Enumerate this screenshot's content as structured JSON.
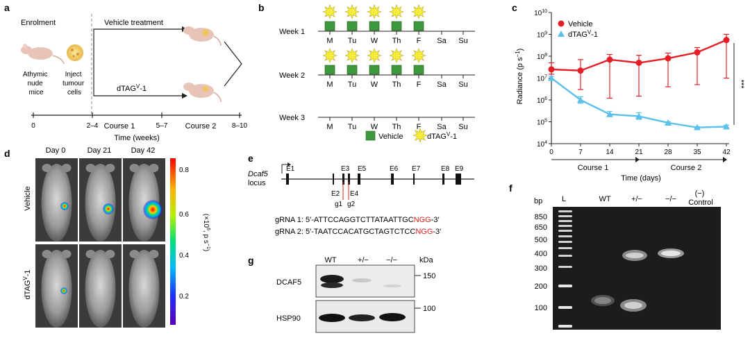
{
  "panels": {
    "a": "a",
    "b": "b",
    "c": "c",
    "d": "d",
    "e": "e",
    "f": "f",
    "g": "g"
  },
  "panel_a": {
    "enrolment": "Enrolment",
    "vehicle_treatment": "Vehicle treatment",
    "dtag_treatment": "dTAG",
    "dtag_sup": "V",
    "dtag_suffix": "-1",
    "mice_label": [
      "Athymic",
      "nude",
      "mice"
    ],
    "inject_label": [
      "Inject",
      "tumour",
      "cells"
    ],
    "axis_ticks": [
      "0",
      "2–4",
      "5–7",
      "8–10"
    ],
    "course_labels": [
      "Course 1",
      "Course 2"
    ],
    "axis_title": "Time (weeks)"
  },
  "panel_b": {
    "weeks": [
      {
        "label": "Week 1",
        "treated": true
      },
      {
        "label": "Week 2",
        "treated": true
      },
      {
        "label": "Week 3",
        "treated": false
      }
    ],
    "days": [
      "M",
      "Tu",
      "W",
      "Th",
      "F",
      "Sa",
      "Su"
    ],
    "legend_vehicle": "Vehicle",
    "legend_dtag": "dTAG",
    "legend_dtag_sup": "V",
    "legend_dtag_suffix": "-1",
    "colors": {
      "vehicle": "#3c9a3c",
      "dtag": "#f5eb3b"
    }
  },
  "panel_d": {
    "days": [
      "Day 0",
      "Day 21",
      "Day 42"
    ],
    "rows": [
      "Vehicle",
      "dTAG"
    ],
    "row_sup": "V",
    "row_suffix": "-1",
    "colorbar_ticks": [
      "0.8",
      "0.6",
      "0.4",
      "0.2"
    ],
    "colorbar_label": "(×10",
    "colorbar_label_sup": "6",
    "colorbar_label_tail": ", p s",
    "colorbar_label_sup2": "−1",
    "colorbar_label_end": ")"
  },
  "panel_e": {
    "gene": "Dcaf5",
    "locus": "locus",
    "exons_top": [
      "E1",
      "E3",
      "E5",
      "E6",
      "E7",
      "E8",
      "E9"
    ],
    "exons_bottom": [
      "E2",
      "E4"
    ],
    "guides": [
      "g1",
      "g2"
    ],
    "grna1_prefix": "gRNA 1: 5′-ATTCCAGGTCTTATAATTGC",
    "grna1_pam": "NGG",
    "grna1_suffix": "-3′",
    "grna2_prefix": "gRNA 2: 5′-TAATCCACATGCTAGTCTCC",
    "grna2_pam": "NGG",
    "grna2_suffix": "-3′",
    "pam_color": "#e0201b"
  },
  "panel_f": {
    "bp_label": "bp",
    "ladder_label": "L",
    "lanes": [
      "WT",
      "+/−",
      "−/−"
    ],
    "control_label": [
      "(−)",
      "Control"
    ],
    "bp_ticks": [
      "850",
      "650",
      "500",
      "400",
      "300",
      "200",
      "100"
    ]
  },
  "panel_g": {
    "lanes": [
      "WT",
      "+/−",
      "−/−"
    ],
    "kda": "kDa",
    "blots": [
      {
        "name": "DCAF5",
        "marker": "150"
      },
      {
        "name": "HSP90",
        "marker": "100"
      }
    ]
  },
  "chart_data": {
    "type": "line",
    "ylabel": "Radiance (p s",
    "ylabel_sup": "−1",
    "ylabel_end": ")",
    "xlabel": "Time (days)",
    "x": [
      0,
      7,
      14,
      21,
      28,
      35,
      42
    ],
    "xlim": [
      0,
      42
    ],
    "ylim_log10": [
      4,
      10
    ],
    "yscale": "log",
    "y_ticks": [
      "10",
      "10",
      "10",
      "10",
      "10",
      "10",
      "10"
    ],
    "y_tick_exp": [
      "4",
      "5",
      "6",
      "7",
      "8",
      "9",
      "10"
    ],
    "course_labels": [
      "Course 1",
      "Course 2"
    ],
    "significance": "***",
    "legend_placement": "top-left",
    "series": [
      {
        "name": "Vehicle",
        "color": "#e31e24",
        "marker": "circle",
        "values": [
          25000000.0,
          22000000.0,
          70000000.0,
          50000000.0,
          80000000.0,
          150000000.0,
          550000000.0
        ],
        "err_upper": [
          50000000.0,
          70000000.0,
          120000000.0,
          110000000.0,
          140000000.0,
          250000000.0,
          1000000000.0
        ],
        "err_lower": [
          15000000.0,
          3000000.0,
          1200000.0,
          1500000.0,
          4000000.0,
          5000000.0,
          10000000.0
        ]
      },
      {
        "name": "dTAG",
        "name_sup": "V",
        "name_suffix": "-1",
        "color": "#5bc0eb",
        "marker": "triangle",
        "values": [
          10000000.0,
          1000000.0,
          220000.0,
          180000.0,
          90000.0,
          55000.0,
          60000.0
        ],
        "err_upper": [
          12000000.0,
          1400000.0,
          300000.0,
          260000.0,
          100000.0,
          60000.0,
          70000.0
        ],
        "err_lower": [
          9000000.0,
          700000.0,
          200000.0,
          130000.0,
          80000.0,
          50000.0,
          50000.0
        ]
      }
    ]
  }
}
